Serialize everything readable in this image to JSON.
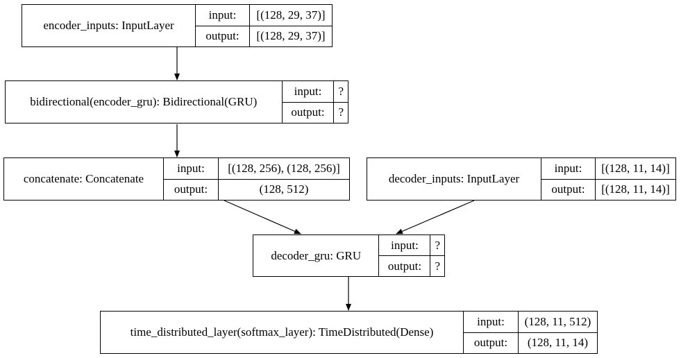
{
  "nodes": {
    "encoder_inputs": {
      "title": "encoder_inputs: InputLayer",
      "input_label": "input:",
      "output_label": "output:",
      "input_shape": "[(128, 29, 37)]",
      "output_shape": "[(128, 29, 37)]"
    },
    "bidirectional": {
      "title": "bidirectional(encoder_gru): Bidirectional(GRU)",
      "input_label": "input:",
      "output_label": "output:",
      "input_shape": "?",
      "output_shape": "?"
    },
    "concatenate": {
      "title": "concatenate: Concatenate",
      "input_label": "input:",
      "output_label": "output:",
      "input_shape": "[(128, 256), (128, 256)]",
      "output_shape": "(128, 512)"
    },
    "decoder_inputs": {
      "title": "decoder_inputs: InputLayer",
      "input_label": "input:",
      "output_label": "output:",
      "input_shape": "[(128, 11, 14)]",
      "output_shape": "[(128, 11, 14)]"
    },
    "decoder_gru": {
      "title": "decoder_gru: GRU",
      "input_label": "input:",
      "output_label": "output:",
      "input_shape": "?",
      "output_shape": "?"
    },
    "time_distributed": {
      "title": "time_distributed_layer(softmax_layer): TimeDistributed(Dense)",
      "input_label": "input:",
      "output_label": "output:",
      "input_shape": "(128, 11, 512)",
      "output_shape": "(128, 11, 14)"
    }
  },
  "edges": [
    {
      "from": "encoder_inputs",
      "to": "bidirectional"
    },
    {
      "from": "bidirectional",
      "to": "concatenate"
    },
    {
      "from": "concatenate",
      "to": "decoder_gru"
    },
    {
      "from": "decoder_inputs",
      "to": "decoder_gru"
    },
    {
      "from": "decoder_gru",
      "to": "time_distributed"
    }
  ]
}
